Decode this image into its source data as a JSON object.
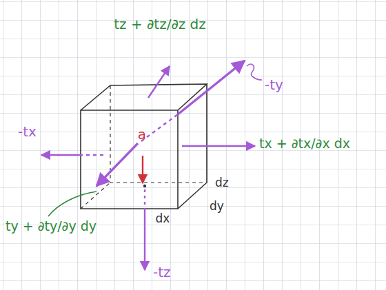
{
  "diagram": {
    "labels": [
      "tz + ∂tz/∂z dz",
      "-ty",
      "-tx",
      "tx + ∂tx/∂x dx",
      "ty + ∂ty/∂y dy",
      "-tz",
      "a",
      "dz",
      "dx",
      "dy"
    ]
  }
}
